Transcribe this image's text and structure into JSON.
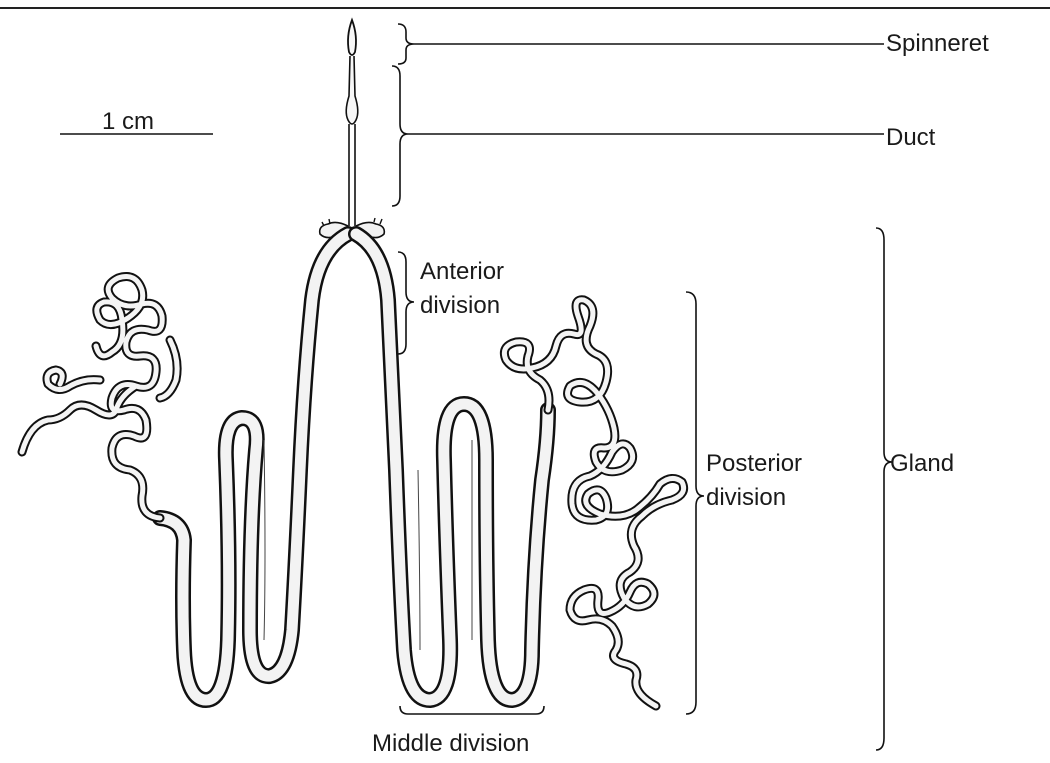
{
  "labels": {
    "spinneret": "Spinneret",
    "duct": "Duct",
    "scale_bar": "1 cm",
    "anterior_line1": "Anterior",
    "anterior_line2": "division",
    "posterior_line1": "Posterior",
    "posterior_line2": "division",
    "gland": "Gland",
    "middle_division": "Middle division"
  },
  "colors": {
    "line": "#111111",
    "tube_shadow": "#2a2a2a",
    "tube_fill": "#f3f3f3",
    "background": "#ffffff"
  }
}
